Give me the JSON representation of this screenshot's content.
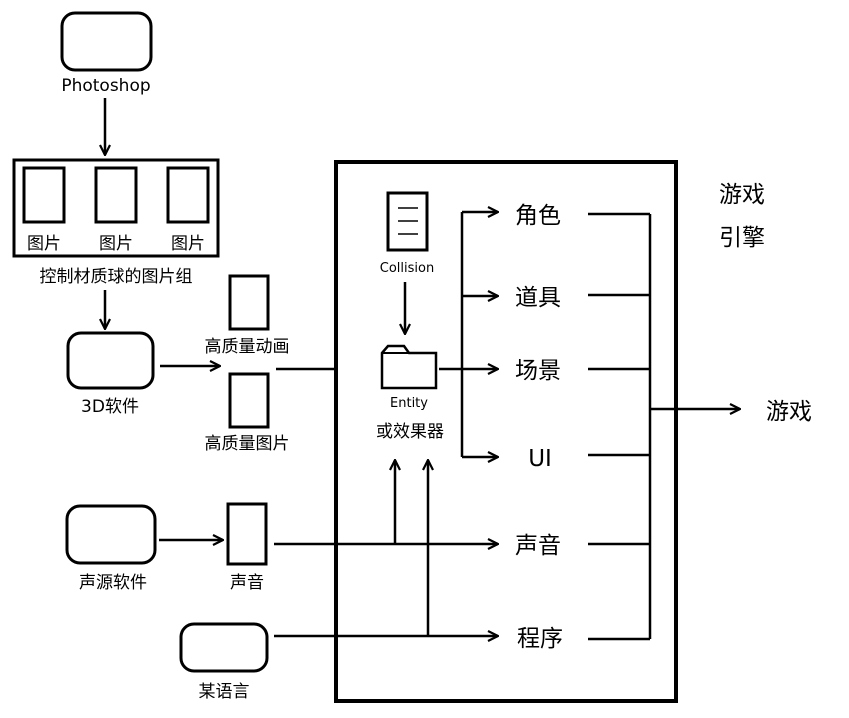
{
  "tools": {
    "photoshop": "Photoshop",
    "software_3d": "3D软件",
    "audio_software": "声源软件",
    "language": "某语言"
  },
  "image_group": {
    "items": [
      "图片",
      "图片",
      "图片"
    ],
    "caption": "控制材质球的图片组"
  },
  "assets": {
    "animation": "高质量动画",
    "image": "高质量图片",
    "sound": "声音"
  },
  "engine": {
    "label_line1": "游戏",
    "label_line2": "引擎",
    "collision": "Collision",
    "entity": "Entity",
    "entity_sub": "或效果器",
    "outputs": [
      "角色",
      "道具",
      "场景",
      "UI",
      "声音",
      "程序"
    ]
  },
  "result": "游戏"
}
